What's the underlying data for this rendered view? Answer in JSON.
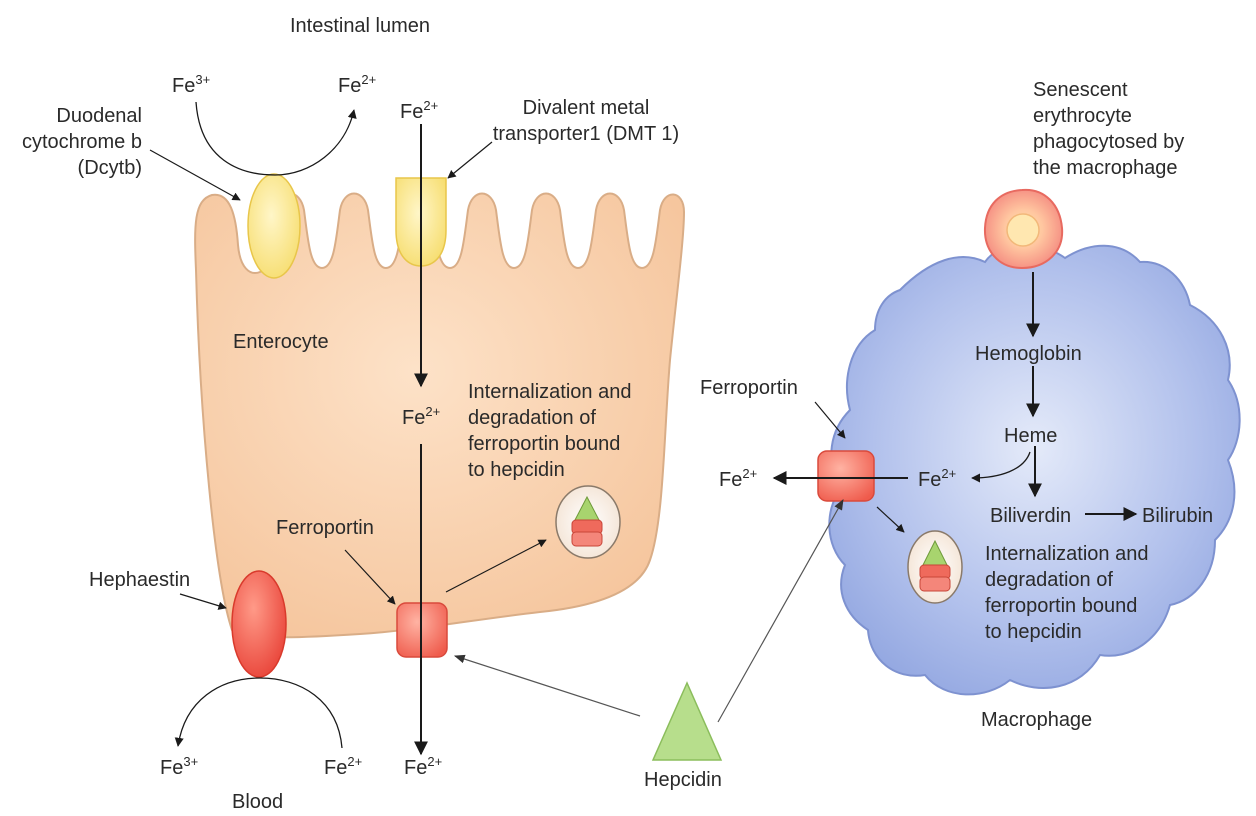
{
  "labels": {
    "intestinal_lumen": "Intestinal lumen",
    "fe3_top": "Fe",
    "fe2_top": "Fe",
    "fe2_dmt": "Fe",
    "dcytb_1": "Duodenal",
    "dcytb_2": "cytochrome b",
    "dcytb_3": "(Dcytb)",
    "dmt_1": "Divalent metal",
    "dmt_2": "transporter1 (DMT 1)",
    "enterocyte": "Enterocyte",
    "fe2_mid": "Fe",
    "intern_left_1": "Internalization and",
    "intern_left_2": "degradation of",
    "intern_left_3": "ferroportin bound",
    "intern_left_4": "to hepcidin",
    "ferroportin_left": "Ferroportin",
    "hephaestin": "Hephaestin",
    "fe3_bottom": "Fe",
    "fe2_bottom": "Fe",
    "fe2_blood": "Fe",
    "blood": "Blood",
    "hepcidin": "Hepcidin",
    "senescent_1": "Senescent",
    "senescent_2": "erythrocyte",
    "senescent_3": "phagocytosed by",
    "senescent_4": "the macrophage",
    "hemoglobin": "Hemoglobin",
    "heme": "Heme",
    "ferroportin_right": "Ferroportin",
    "fe2_out": "Fe",
    "fe2_macro": "Fe",
    "biliverdin": "Biliverdin",
    "bilirubin": "Bilirubin",
    "intern_right_1": "Internalization and",
    "intern_right_2": "degradation of",
    "intern_right_3": "ferroportin bound",
    "intern_right_4": "to hepcidin",
    "macrophage": "Macrophage"
  },
  "charges": {
    "three_plus": "3+",
    "two_plus": "2+"
  },
  "colors": {
    "enterocyte_fill": "#f9d3b0",
    "macrophage_fill": "#a8b8e8",
    "ferroportin": "#f26a5e",
    "hephaestin": "#ef4a3a",
    "dcytb": "#fde98a",
    "hepcidin": "#b6dd8a",
    "arrow": "#1a1a1a"
  }
}
